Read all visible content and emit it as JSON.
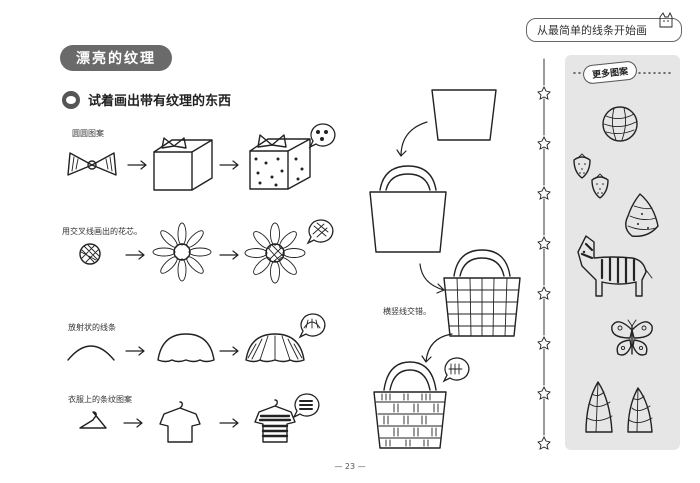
{
  "header": {
    "title": "从最简单的线条开始画"
  },
  "section": {
    "label": "漂亮的纹理"
  },
  "subtitle": {
    "text": "试着画出带有纹理的东西"
  },
  "captions": {
    "bow": "圆圆图案",
    "flower": "用交叉线画出的花芯。",
    "radial": "放射状的线条",
    "clothes": "衣服上的条纹图案",
    "basket": "横竖线交错。"
  },
  "sidebar": {
    "title": "更多图案"
  },
  "page_number": "— 23 —"
}
